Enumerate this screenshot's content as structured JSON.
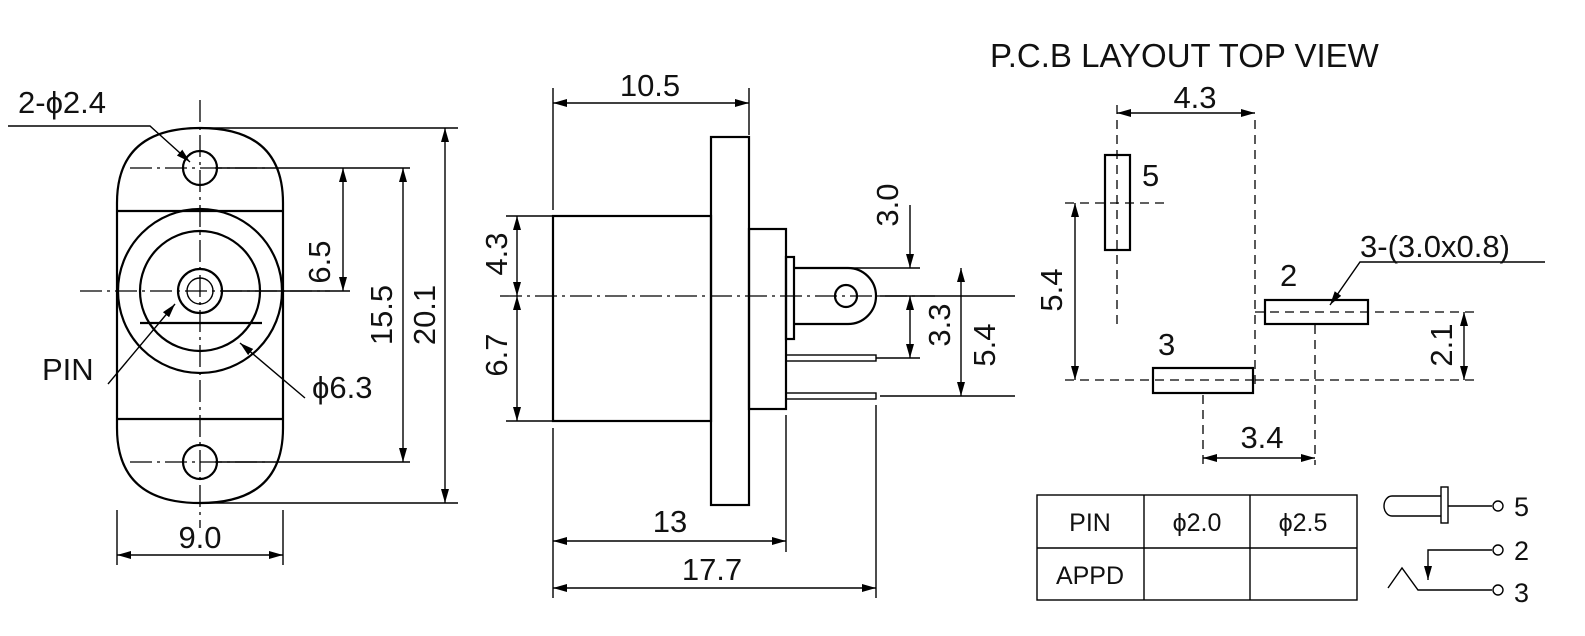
{
  "front_view": {
    "hole_callout": "2-ϕ2.4",
    "hole_spacing_inner": "6.5",
    "height_mid": "15.5",
    "height_total": "20.1",
    "pin_label": "PIN",
    "body_dia": "ϕ6.3",
    "width": "9.0"
  },
  "side_view": {
    "flange_to_front": "10.5",
    "upper_height": "4.3",
    "lower_height": "6.7",
    "tab_top_offset": "3.0",
    "tab_offset": "3.3",
    "pin_span": "5.4",
    "body_length": "13",
    "total_length": "17.7"
  },
  "pcb_layout": {
    "title": "P.C.B LAYOUT  TOP VIEW",
    "top_span": "4.3",
    "left_span": "5.4",
    "right_span": "2.1",
    "bottom_span": "3.4",
    "pad_callout": "3-(3.0x0.8)",
    "pad_labels": [
      "5",
      "2",
      "3"
    ]
  },
  "pin_table": {
    "header": [
      "PIN",
      "ϕ2.0",
      "ϕ2.5"
    ],
    "row_label": "APPD",
    "row_values": [
      "",
      ""
    ]
  },
  "schematic": {
    "pin_numbers": [
      "5",
      "2",
      "3"
    ]
  }
}
